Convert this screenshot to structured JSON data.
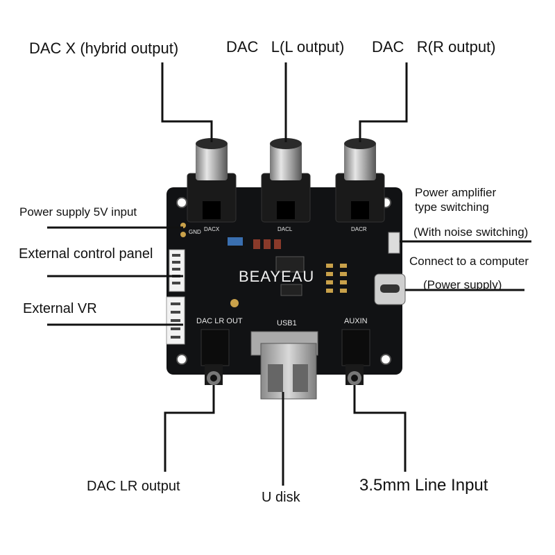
{
  "labels": {
    "dac_x": "DAC X (hybrid output)",
    "dac_l": "DAC   L(L output)",
    "dac_r": "DAC   R(R output)",
    "power_5v": "Power supply 5V input",
    "ext_panel": "External control panel",
    "ext_vr": "External VR",
    "amp_switch_1": "Power amplifier",
    "amp_switch_2": "type switching",
    "noise_switch": "(With noise switching)",
    "connect_pc": "Connect to a computer",
    "power_supply": "(Power supply)",
    "dac_lr_output": "DAC LR output",
    "u_disk": "U disk",
    "line_input": "3.5mm Line Input"
  },
  "board": {
    "brand": "BEAYEAU",
    "silk_dac_lr_out": "DAC  LR  OUT",
    "silk_usb1": "USB1",
    "silk_auxin": "AUXIN",
    "silk_gnd": "GND",
    "silk_dacx": "DACX",
    "silk_dacl": "DACL",
    "silk_dacr": "DACR"
  },
  "colors": {
    "pcb": "#111214",
    "silk": "#e8e8e8",
    "rca_metal": "#c9c9c9",
    "usb_metal": "#b8b8b8",
    "leader": "#111111"
  }
}
